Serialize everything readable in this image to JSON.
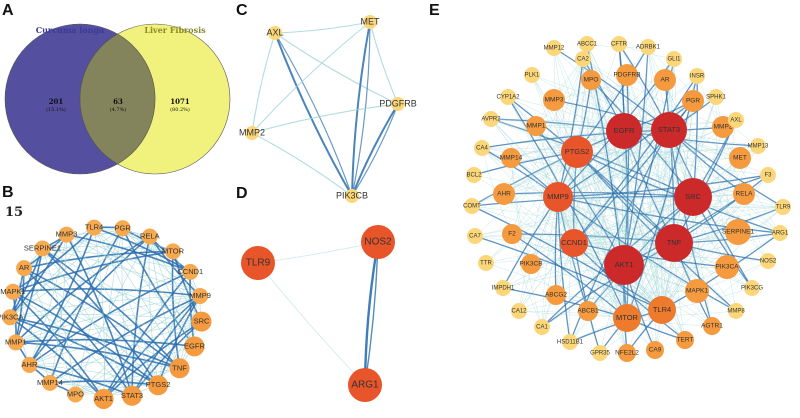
{
  "panels": {
    "A": {
      "letter": "A",
      "venn": {
        "left": {
          "name": "Curcuma longa",
          "color": "#4b4699",
          "name_color": "#3b3a9a"
        },
        "right": {
          "name": "Liver Fibrosis",
          "color": "#eeee66",
          "name_color": "#8a8a2a"
        },
        "only_left": {
          "count": "201",
          "pct": "(15.1%)"
        },
        "overlap": {
          "count": "63",
          "pct": "(4.7%)"
        },
        "only_right": {
          "count": "1071",
          "pct": "(80.2%)"
        }
      }
    },
    "B": {
      "letter": "B",
      "corner_label": "15",
      "nodes": [
        "PGR",
        "RELA",
        "MTOR",
        "CCND1",
        "MMP9",
        "SRC",
        "EGFR",
        "TNF",
        "PTGS2",
        "STAT3",
        "AKT1",
        "MPO",
        "MMP14",
        "AHR",
        "MMP1",
        "PIK3CA",
        "MAPK1",
        "AR",
        "SERPINE1",
        "MMP3",
        "TLR4"
      ]
    },
    "C": {
      "letter": "C",
      "nodes": [
        "AXL",
        "MET",
        "PDGFRB",
        "PIK3CB",
        "MMP2"
      ]
    },
    "D": {
      "letter": "D",
      "nodes": [
        "TLR9",
        "NOS2",
        "ARG1"
      ]
    },
    "E": {
      "letter": "E",
      "nodes": [
        "MMP12",
        "ABCC1",
        "CFTR",
        "ADRBK1",
        "CA2",
        "GLI1",
        "PLK1",
        "MPO",
        "PDGFRB",
        "AR",
        "INSR",
        "CYP1A2",
        "MMP3",
        "PGR",
        "SPHK1",
        "AVPR2",
        "MMP1",
        "EGFR",
        "STAT3",
        "MMP2",
        "AXL",
        "CA4",
        "PTGS2",
        "MET",
        "MMP13",
        "MMP14",
        "BCL2",
        "AHR",
        "MMP9",
        "SRC",
        "RELA",
        "F3",
        "COMT",
        "TLR9",
        "F2",
        "CCND1",
        "TNF",
        "SERPINE1",
        "ARG1",
        "CA7",
        "AKT1",
        "NOS2",
        "TTR",
        "PIK3CB",
        "PIK3CA",
        "PIK3CG",
        "IMPDH1",
        "ABCG2",
        "MAPK1",
        "CA12",
        "ABCB1",
        "MTOR",
        "TLR4",
        "AGTR1",
        "MMP8",
        "CA1",
        "TERT",
        "HSD11B1",
        "GPR35",
        "NFE2L2",
        "CA9"
      ]
    }
  },
  "colors": {
    "node_light": "#fcd77a",
    "node_orange": "#f59a3e",
    "node_deep": "#e8552a",
    "node_red": "#cc2a2a",
    "edge_strong": "#2b6fae",
    "edge_light": "#9dd4d4"
  }
}
